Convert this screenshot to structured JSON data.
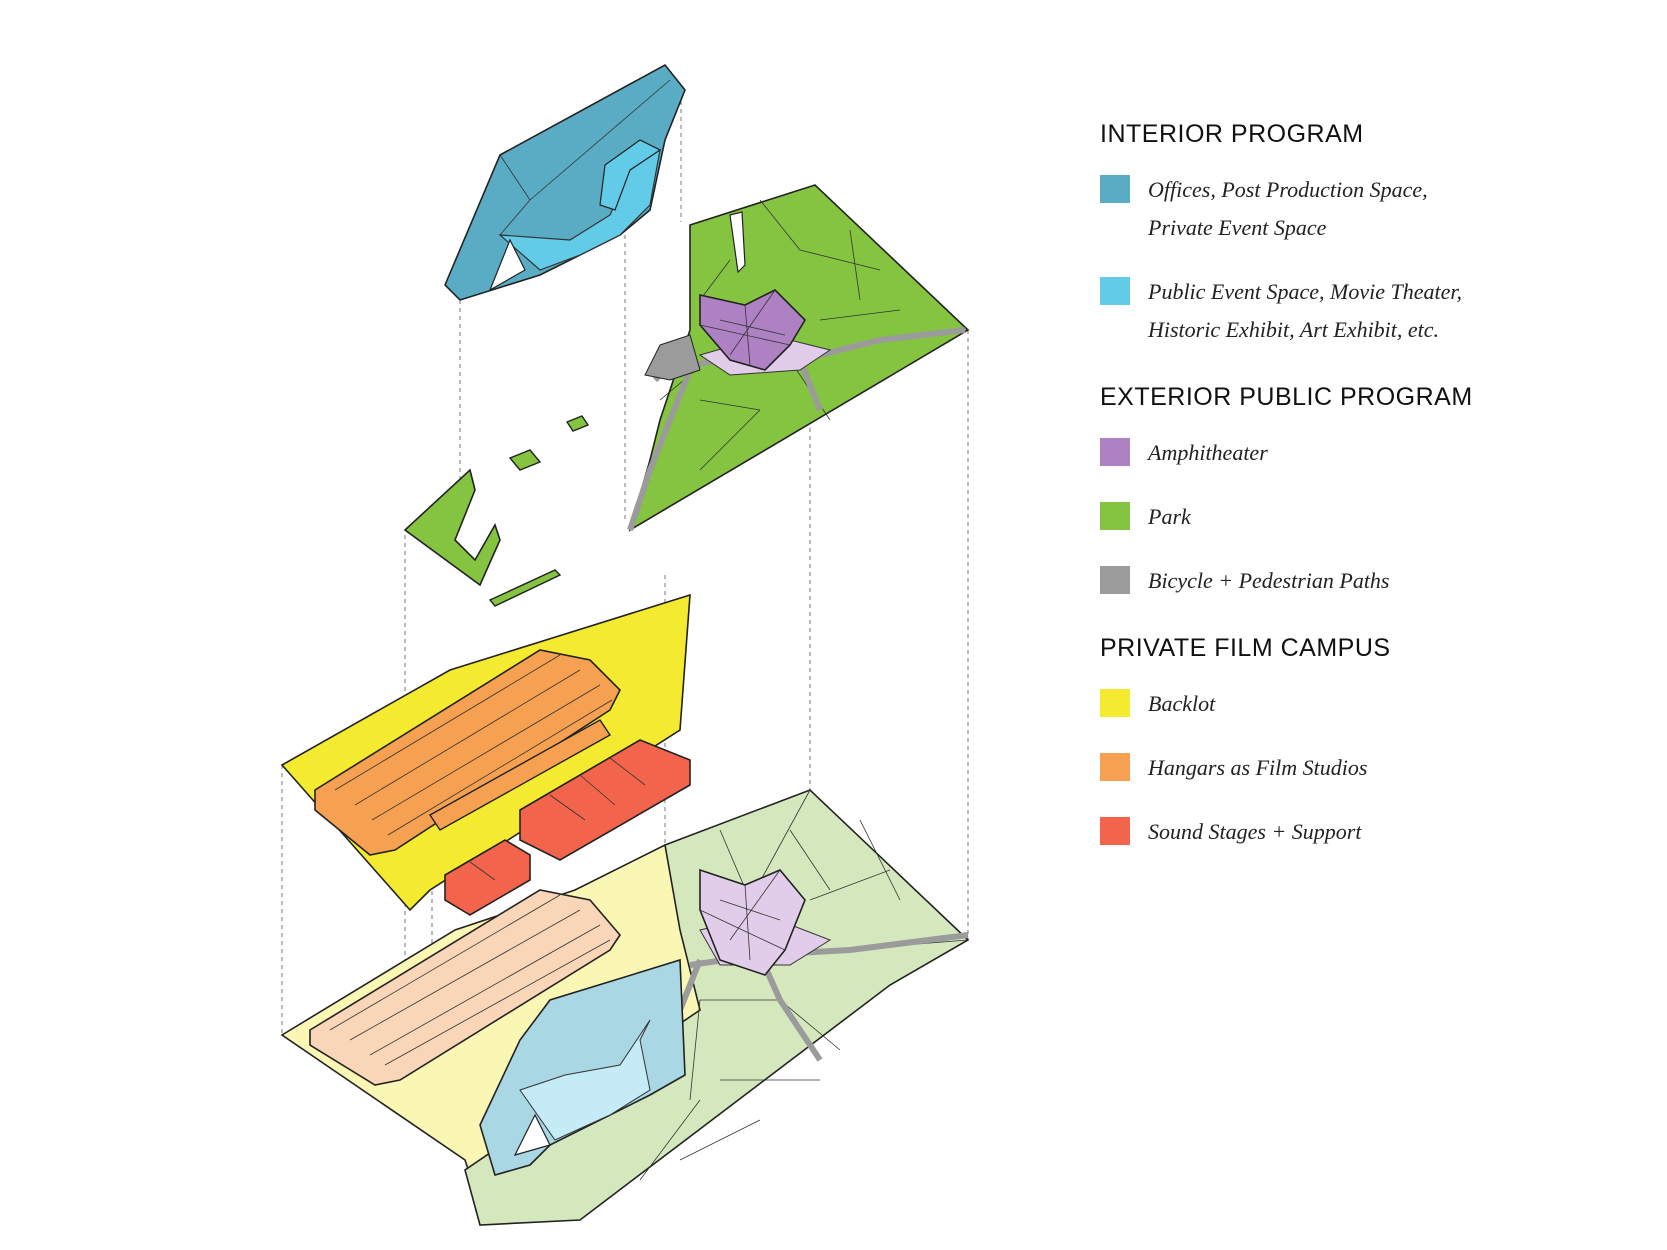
{
  "colors": {
    "offices": "#5aacc4",
    "public_event": "#62cbe8",
    "amphitheater": "#ad81c2",
    "park": "#84c441",
    "paths": "#9b9b9b",
    "backlot": "#f4ea2f",
    "hangars": "#f6a051",
    "sound_stages": "#f3644c",
    "faded_offices": "#a9d7e4",
    "faded_public": "#c4ebf6",
    "faded_amphitheater": "#e1cde9",
    "faded_park": "#d5e8bd",
    "faded_backlot": "#faf6b4",
    "faded_hangars": "#f9d6b8",
    "faded_stages": "#f8c8bd"
  },
  "legend": {
    "sections": [
      {
        "heading": "INTERIOR PROGRAM",
        "items": [
          {
            "icon": "swatch-offices",
            "color": "#5aacc4",
            "label": "Offices, Post Production Space, Private Event Space"
          },
          {
            "icon": "swatch-public-event",
            "color": "#62cbe8",
            "label": "Public Event Space, Movie Theater, Historic Exhibit, Art Exhibit, etc."
          }
        ]
      },
      {
        "heading": "EXTERIOR PUBLIC PROGRAM",
        "items": [
          {
            "icon": "swatch-amphitheater",
            "color": "#ad81c2",
            "label": "Amphitheater"
          },
          {
            "icon": "swatch-park",
            "color": "#84c441",
            "label": "Park"
          },
          {
            "icon": "swatch-paths",
            "color": "#9b9b9b",
            "label": "Bicycle + Pedestrian Paths"
          }
        ]
      },
      {
        "heading": "PRIVATE FILM CAMPUS",
        "items": [
          {
            "icon": "swatch-backlot",
            "color": "#f4ea2f",
            "label": "Backlot"
          },
          {
            "icon": "swatch-hangars",
            "color": "#f6a051",
            "label": "Hangars as Film Studios"
          },
          {
            "icon": "swatch-sound-stages",
            "color": "#f3644c",
            "label": "Sound Stages + Support"
          }
        ]
      }
    ]
  }
}
